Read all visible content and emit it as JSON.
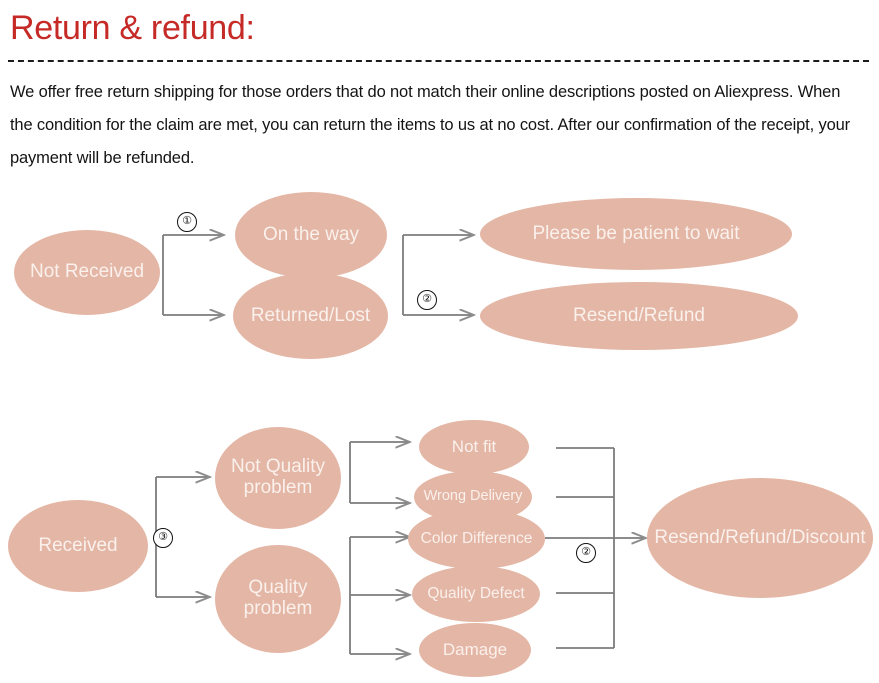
{
  "header": {
    "title": "Return & refund:",
    "divider": "dashed-rule",
    "paragraph": "We offer free return shipping for  those orders that do not  match their online descriptions  posted on Aliexpress. When the condition for the claim are met, you can return the items to us at no cost. After our confirmation of the receipt, your payment will be refunded."
  },
  "colors": {
    "title_red": "#C62A26",
    "node_fill": "#E4B6A5",
    "node_text": "#FAF0EC",
    "connector": "#7C7C7C",
    "body_text": "#141414"
  },
  "flow_not_received": {
    "nodes": {
      "start": "Not Received",
      "branch_a": "On the way",
      "branch_b": "Returned/Lost",
      "outcome_a": "Please be patient to wait",
      "outcome_b": "Resend/Refund"
    },
    "markers": {
      "m1": "①",
      "m2": "②"
    }
  },
  "flow_received": {
    "nodes": {
      "start": "Received",
      "branch_a": "Not Quality problem",
      "branch_b": "Quality problem",
      "reasons": [
        "Not fit",
        "Wrong Delivery",
        "Color Difference",
        "Quality Defect",
        "Damage"
      ],
      "outcome": "Resend/Refund/Discount"
    },
    "markers": {
      "m3": "③",
      "m2": "②"
    }
  }
}
